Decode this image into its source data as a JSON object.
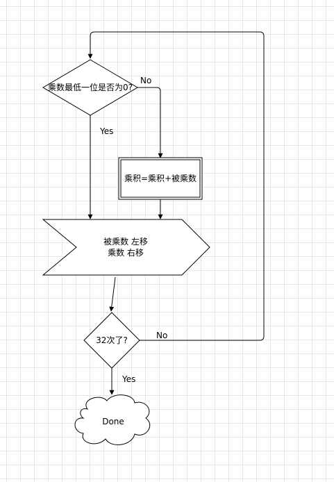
{
  "diagram": {
    "nodes": {
      "decision_lsb": {
        "text": "乘数最低一位是否为0?"
      },
      "process_add": {
        "text": "乘积=乘积+被乘数"
      },
      "shift": {
        "line1": "被乘数 左移",
        "line2": "乘数  右移"
      },
      "decision_32": {
        "text": "32次了?"
      },
      "done": {
        "text": "Done"
      }
    },
    "edges": {
      "lsb_no": "No",
      "lsb_yes": "Yes",
      "loop_no": "No",
      "loop_yes": "Yes"
    }
  }
}
